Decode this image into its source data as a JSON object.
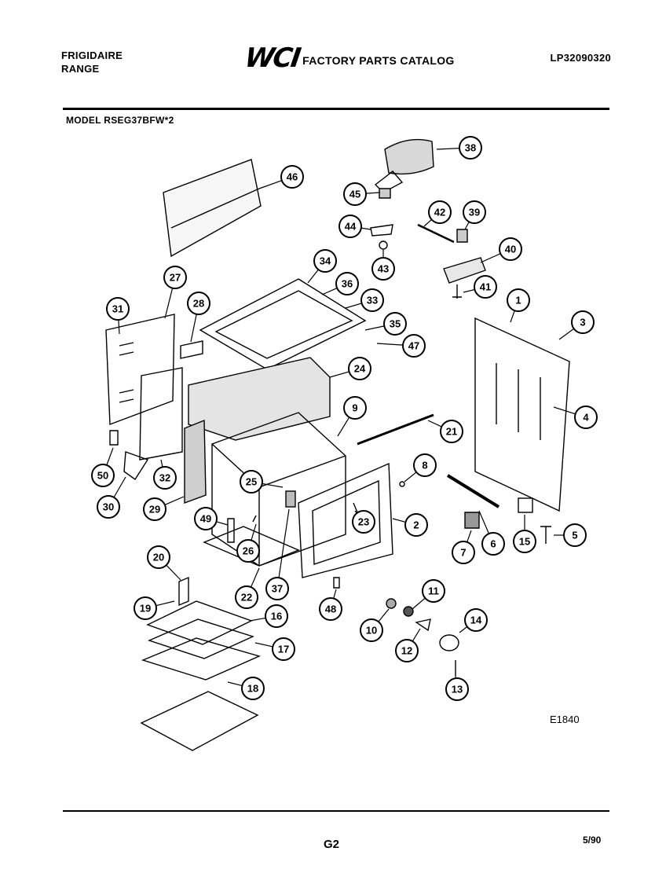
{
  "header": {
    "brand_line1": "FRIGIDAIRE",
    "brand_line2": "RANGE",
    "logo": "WCI",
    "catalog_title": "FACTORY PARTS CATALOG",
    "catalog_code": "LP32090320",
    "model": "MODEL RSEG37BFW*2"
  },
  "footer": {
    "page": "G2",
    "date": "5/90",
    "diagram_ref": "E1840"
  },
  "callouts": [
    "1",
    "2",
    "3",
    "4",
    "5",
    "6",
    "7",
    "8",
    "9",
    "10",
    "11",
    "12",
    "13",
    "14",
    "15",
    "16",
    "17",
    "18",
    "19",
    "20",
    "21",
    "22",
    "23",
    "24",
    "25",
    "26",
    "27",
    "28",
    "29",
    "30",
    "31",
    "32",
    "33",
    "34",
    "35",
    "36",
    "37",
    "38",
    "39",
    "40",
    "41",
    "42",
    "43",
    "44",
    "45",
    "46",
    "47",
    "48",
    "49",
    "50"
  ]
}
